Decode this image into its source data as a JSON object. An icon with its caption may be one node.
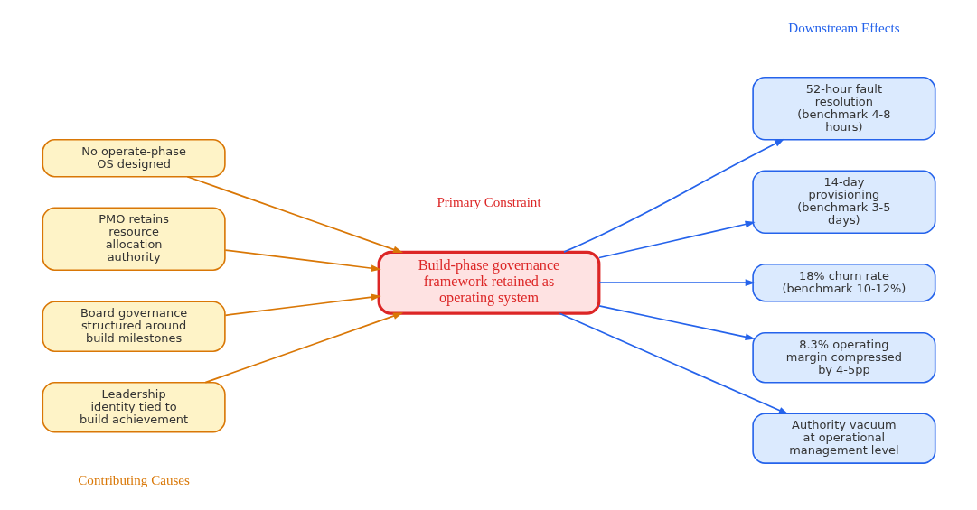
{
  "diagram": {
    "nodes": [
      {
        "text": [
          "No operate-phase OS designed"
        ]
      },
      {
        "text": [
          "PMO retains resource allocation authority"
        ]
      },
      {
        "text": [
          "Board governance structured around build milestones"
        ]
      },
      {
        "text": [
          "Leadership identity tied to build achievement"
        ]
      },
      {
        "text": [
          "Build-phase governance framework retained as operating system"
        ]
      },
      {
        "text": [
          "52-hour fault resolution (benchmark 4-8 hours)"
        ]
      },
      {
        "text": [
          "14-day provisioning (benchmark 3-5 days)"
        ]
      },
      {
        "text": [
          "18% churn rate (benchmark 10-12%)"
        ]
      },
      {
        "text": [
          "8.3% operating margin compressed by 4-5pp"
        ]
      },
      {
        "text": [
          "Authority vacuum at operational management level"
        ]
      }
    ],
    "edges": [
      {
        "from": 0,
        "to": 4,
        "arrow": "to",
        "color": "#d97706"
      },
      {
        "from": 1,
        "to": 4,
        "arrow": "to",
        "color": "#d97706"
      },
      {
        "from": 2,
        "to": 4,
        "arrow": "to",
        "color": "#d97706"
      },
      {
        "from": 3,
        "to": 4,
        "arrow": "to",
        "color": "#d97706"
      },
      {
        "from": 4,
        "to": 5,
        "arrow": "to"
      },
      {
        "from": 4,
        "to": 6,
        "arrow": "to"
      },
      {
        "from": 4,
        "to": 7,
        "arrow": "to"
      },
      {
        "from": 4,
        "to": 8,
        "arrow": "to"
      },
      {
        "from": 4,
        "to": 9,
        "arrow": "to"
      }
    ],
    "labels": [
      "Contributing Causes",
      "Primary Constraint",
      "Downstream Effects"
    ]
  }
}
